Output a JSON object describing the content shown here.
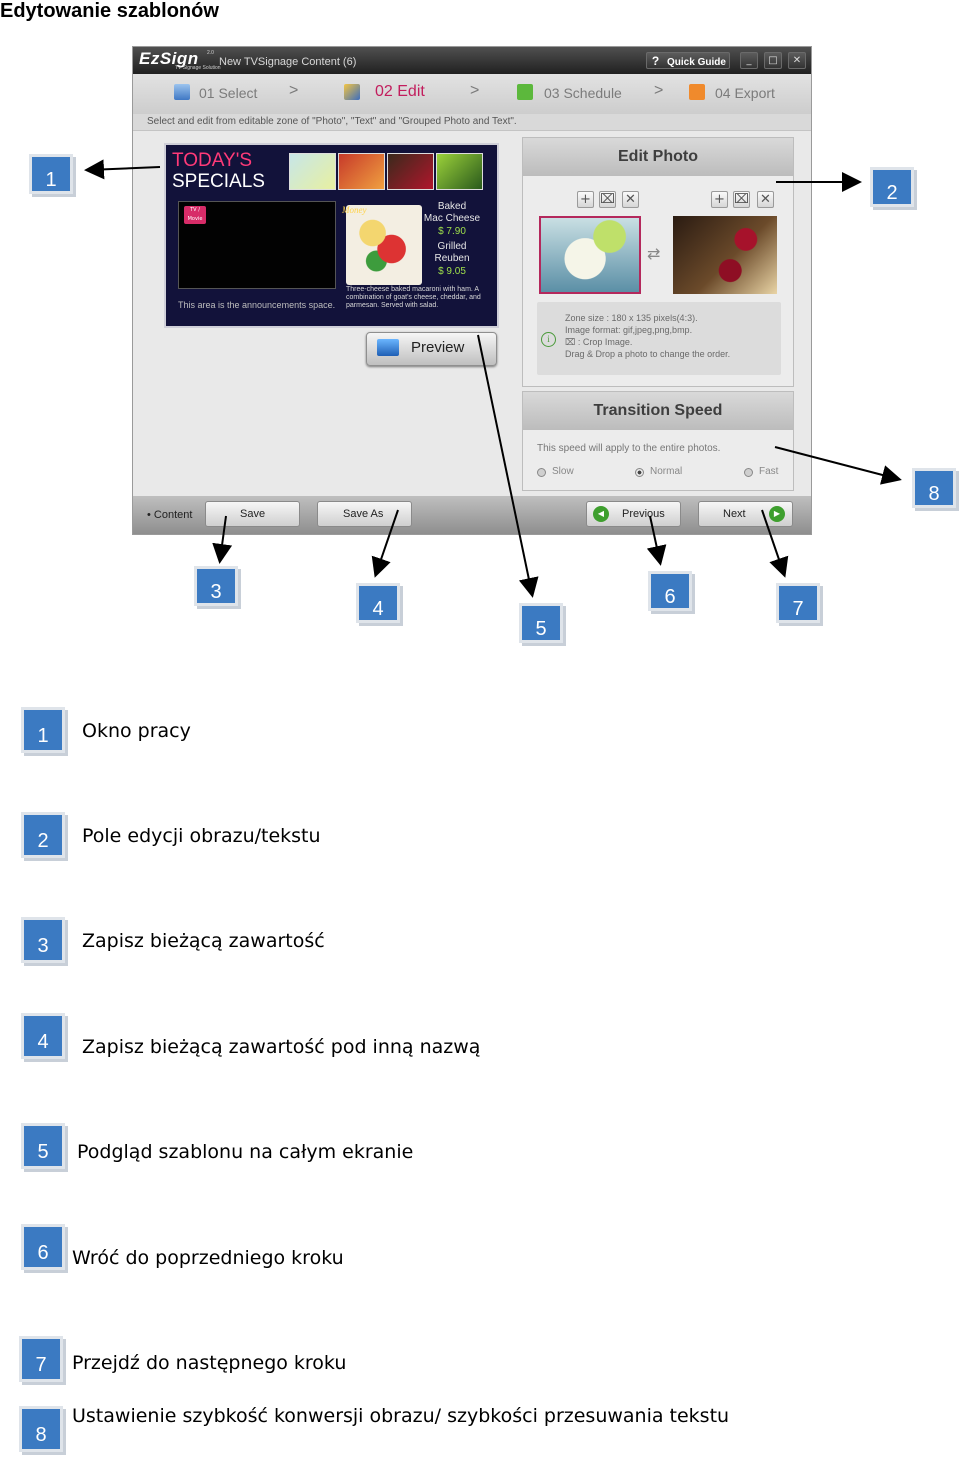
{
  "doc_title": "Edytowanie szablonów",
  "window": {
    "logo": "EzSign",
    "logo_sub": "TV Signage Solution",
    "logo_version": "2.0",
    "title": "New TVSignage Content (6)",
    "quick_guide": "Quick Guide",
    "minimize": "_",
    "maximize": "□",
    "close": "✕"
  },
  "steps": [
    {
      "label": "01 Select"
    },
    {
      "label": "02 Edit"
    },
    {
      "label": "03 Schedule"
    },
    {
      "label": "04 Export"
    }
  ],
  "step_sep": ">",
  "instruction": "Select and edit from editable zone of \"Photo\", \"Text\" and \"Grouped Photo and Text\".",
  "template": {
    "title_line1": "TODAY'S",
    "title_line2": "SPECIALS",
    "badge": "TV / Movie",
    "money": "Money",
    "item1_name_1": "Baked",
    "item1_name_2": "Mac Cheese",
    "item1_price": "$ 7.90",
    "item2_name_1": "Grilled",
    "item2_name_2": "Reuben",
    "item2_price": "$ 9.05",
    "desc": "Three-cheese baked macaroni with ham. A combination of goat's cheese, cheddar, and parmesan. Served with salad.",
    "announce": "This area is the announcements space."
  },
  "preview_label": "Preview",
  "edit_photo": {
    "title": "Edit Photo",
    "tool_add": "+",
    "tool_crop": "⌧",
    "tool_delete": "✕",
    "swap": "⇄",
    "info_icon": "i",
    "info_lines": [
      "Zone size :  180 x 135 pixels(4:3).",
      "Image format: gif,jpeg,png,bmp.",
      "⌧ : Crop Image.",
      "Drag & Drop a photo to change the order."
    ]
  },
  "transition": {
    "title": "Transition Speed",
    "note": "This speed will apply to the entire photos.",
    "options": [
      "Slow",
      "Normal",
      "Fast"
    ],
    "selected": "Normal"
  },
  "bottom": {
    "content_label": "• Content",
    "save": "Save",
    "save_as": "Save As",
    "previous": "Previous",
    "next": "Next"
  },
  "callouts": [
    "1",
    "2",
    "3",
    "4",
    "5",
    "6",
    "7",
    "8"
  ],
  "legend": [
    {
      "num": "1",
      "text": "Okno pracy"
    },
    {
      "num": "2",
      "text": "Pole edycji obrazu/tekstu"
    },
    {
      "num": "3",
      "text": "Zapisz bieżącą zawartość"
    },
    {
      "num": "4",
      "text": "Zapisz bieżącą zawartość pod inną nazwą"
    },
    {
      "num": "5",
      "text": "Podgląd szablonu na całym ekranie"
    },
    {
      "num": "6",
      "text": "Wróć do poprzedniego kroku"
    },
    {
      "num": "7",
      "text": "Przejdź do następnego kroku"
    },
    {
      "num": "8",
      "text": "Ustawienie szybkość konwersji obrazu/ szybkości przesuwania tekstu"
    }
  ],
  "colors": {
    "accent": "#c21d5d",
    "callout": "#3b7ac2",
    "go": "#3e9f2e"
  }
}
